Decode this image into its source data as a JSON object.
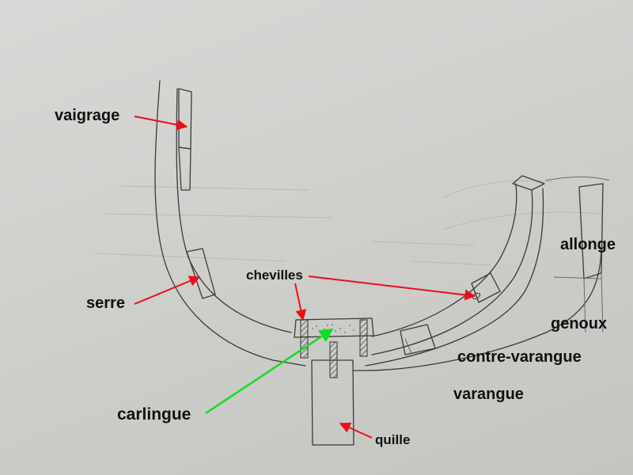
{
  "labels": {
    "vaigrage": "vaigrage",
    "allonge": "allonge",
    "chevilles": "chevilles",
    "serre": "serre",
    "genoux": "genoux",
    "contre_varangue": "contre-varangue",
    "varangue": "varangue",
    "carlingue": "carlingue",
    "quille": "quille"
  },
  "colors": {
    "arrow_red": "#e8101a",
    "arrow_green": "#11dd22",
    "pencil": "#3a3a3a",
    "paper": "#d2d2cf"
  }
}
